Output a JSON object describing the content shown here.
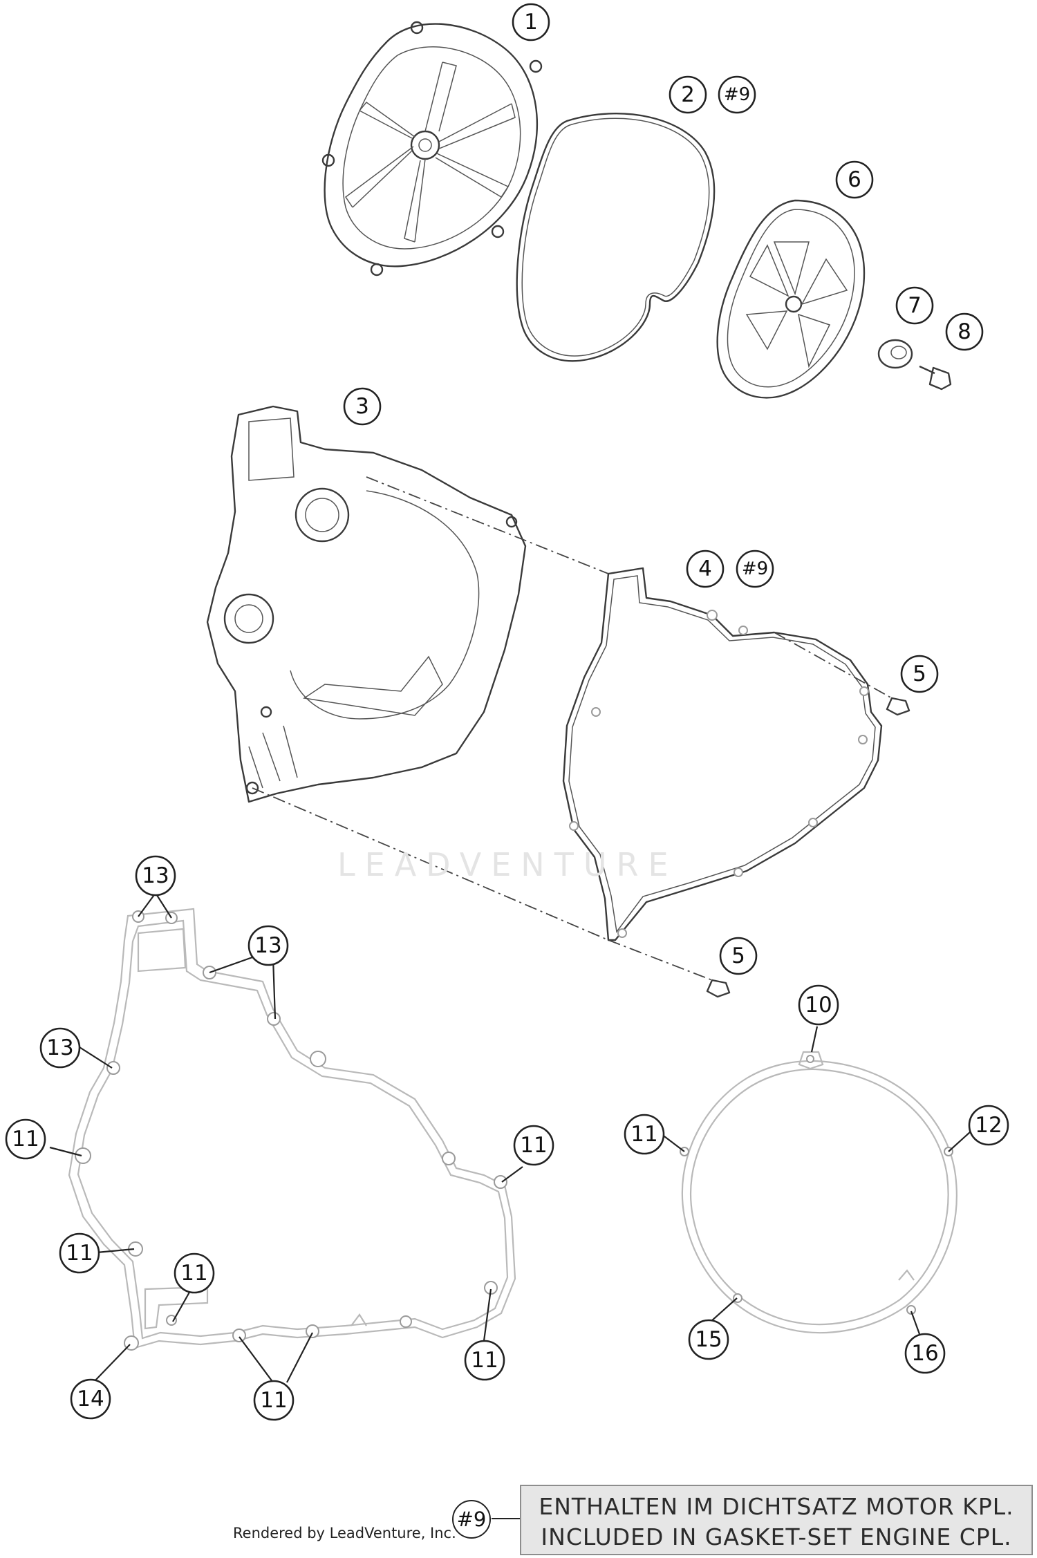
{
  "diagram": {
    "callouts": [
      {
        "id": "c1",
        "label": "1"
      },
      {
        "id": "c2",
        "label": "2"
      },
      {
        "id": "c2ref",
        "label": "#9"
      },
      {
        "id": "c3",
        "label": "3"
      },
      {
        "id": "c4",
        "label": "4"
      },
      {
        "id": "c4ref",
        "label": "#9"
      },
      {
        "id": "c5a",
        "label": "5"
      },
      {
        "id": "c5b",
        "label": "5"
      },
      {
        "id": "c6",
        "label": "6"
      },
      {
        "id": "c7",
        "label": "7"
      },
      {
        "id": "c8",
        "label": "8"
      },
      {
        "id": "c10",
        "label": "10"
      },
      {
        "id": "c11a",
        "label": "11"
      },
      {
        "id": "c11b",
        "label": "11"
      },
      {
        "id": "c11c",
        "label": "11"
      },
      {
        "id": "c11d",
        "label": "11"
      },
      {
        "id": "c11e",
        "label": "11"
      },
      {
        "id": "c11f",
        "label": "11"
      },
      {
        "id": "c11g",
        "label": "11"
      },
      {
        "id": "c12",
        "label": "12"
      },
      {
        "id": "c13a",
        "label": "13"
      },
      {
        "id": "c13b",
        "label": "13"
      },
      {
        "id": "c13c",
        "label": "13"
      },
      {
        "id": "c14",
        "label": "14"
      },
      {
        "id": "c15",
        "label": "15"
      },
      {
        "id": "c16",
        "label": "16"
      }
    ],
    "note": {
      "ref": "#9",
      "line1": "ENTHALTEN IM DICHTSATZ MOTOR KPL.",
      "line2": "INCLUDED IN GASKET-SET ENGINE CPL."
    },
    "credit": "Rendered by LeadVenture, Inc.",
    "watermark": "LEADVENTURE"
  }
}
